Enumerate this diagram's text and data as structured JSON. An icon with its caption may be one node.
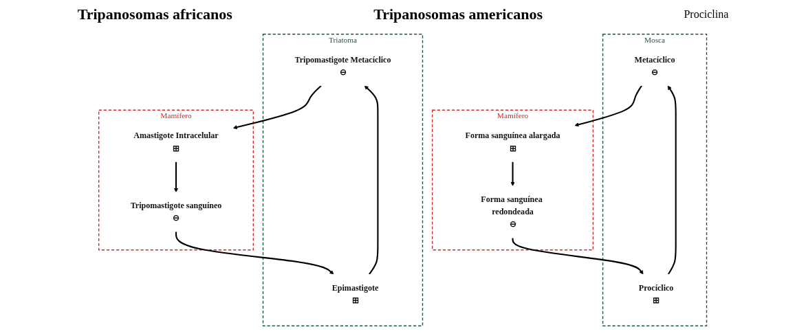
{
  "diagram": {
    "nodes": [
      {
        "text": [
          "Mosca"
        ]
      },
      {
        "text": [
          "Metacíclico",
          "⊖"
        ],
        "in": 0
      },
      {
        "text": [
          "Procíclico",
          "⊞"
        ],
        "in": 0
      },
      {
        "text": [
          "Mamífero"
        ]
      },
      {
        "text": [
          "Forma sanguínea alargada",
          "⊞"
        ],
        "in": 3
      },
      {
        "text": [
          "Forma sanguínea redondeada",
          "⊖"
        ],
        "in": 3
      },
      {
        "text": [
          "Triatoma"
        ]
      },
      {
        "text": [
          "Tripomastigote Metacíclico",
          "⊖"
        ],
        "in": 6
      },
      {
        "text": [
          "Epimastigote",
          "⊞"
        ],
        "in": 6
      },
      {
        "text": [
          "Mamífero"
        ]
      },
      {
        "text": [
          "Amastigote Intracelular",
          "⊞"
        ],
        "in": 9
      },
      {
        "text": [
          "Tripomastigote sanguíneo",
          "⊖"
        ],
        "in": 9
      }
    ],
    "edges": [
      {
        "from": 2,
        "to": 1,
        "arrow": "to"
      },
      {
        "from": 1,
        "to": 4,
        "arrow": "to"
      },
      {
        "from": 4,
        "to": 5,
        "arrow": "to"
      },
      {
        "from": 5,
        "to": 2,
        "arrow": "to"
      },
      {
        "from": 8,
        "to": 7,
        "arrow": "to"
      },
      {
        "from": 7,
        "to": 10,
        "arrow": "to"
      },
      {
        "from": 10,
        "to": 11,
        "arrow": "to"
      },
      {
        "from": 11,
        "to": 8,
        "arrow": "to"
      }
    ],
    "labels": [
      "Tripanosomas africanos",
      "Tripanosomas americanos",
      "Prociclina"
    ]
  }
}
